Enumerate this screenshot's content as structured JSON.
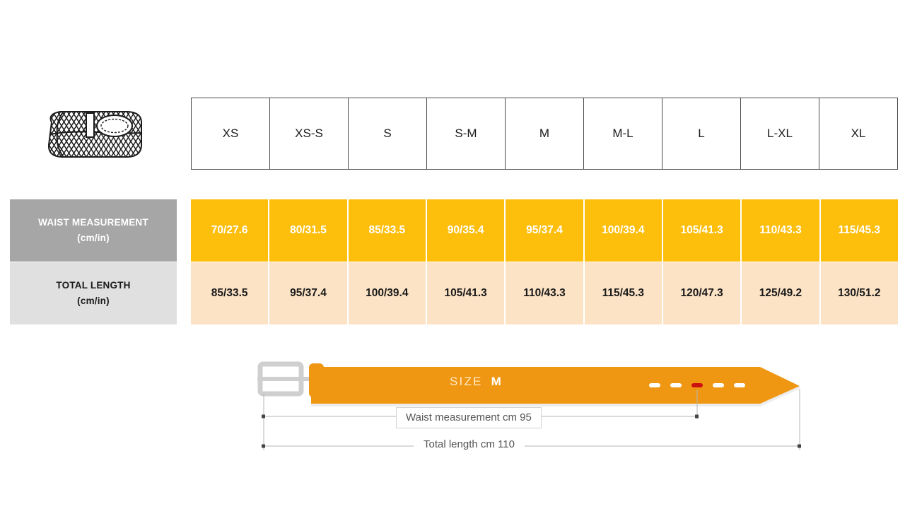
{
  "product_icon": {
    "name": "braided-belt-illustration",
    "alt": "Rolled braided belt"
  },
  "size_table": {
    "headers": [
      "XS",
      "XS-S",
      "S",
      "S-M",
      "M",
      "M-L",
      "L",
      "L-XL",
      "XL"
    ],
    "rows": [
      {
        "label": "WAIST MEASUREMENT",
        "unit": "(cm/in)",
        "values": [
          "70/27.6",
          "80/31.5",
          "85/33.5",
          "90/35.4",
          "95/37.4",
          "100/39.4",
          "105/41.3",
          "110/43.3",
          "115/45.3"
        ]
      },
      {
        "label": "TOTAL LENGTH",
        "unit": "(cm/in)",
        "values": [
          "85/33.5",
          "95/37.4",
          "100/39.4",
          "105/41.3",
          "110/43.3",
          "115/45.3",
          "120/47.3",
          "125/49.2",
          "130/51.2"
        ]
      }
    ]
  },
  "diagram": {
    "size_word": "SIZE",
    "size_value": "M",
    "waist_dimension_label": "Waist measurement cm 95",
    "total_length_label": "Total length cm 110",
    "holes_count": 5,
    "active_hole_index": 2
  },
  "colors": {
    "orange_accent": "#fdbe0c",
    "belt_orange": "#ef9712",
    "peach_row": "#fce3c6",
    "label_gray_dark": "#a6a6a6",
    "label_gray_light": "#e0e0e0",
    "buckle_silver": "#cfcfcf",
    "active_hole_red": "#cc1111"
  }
}
